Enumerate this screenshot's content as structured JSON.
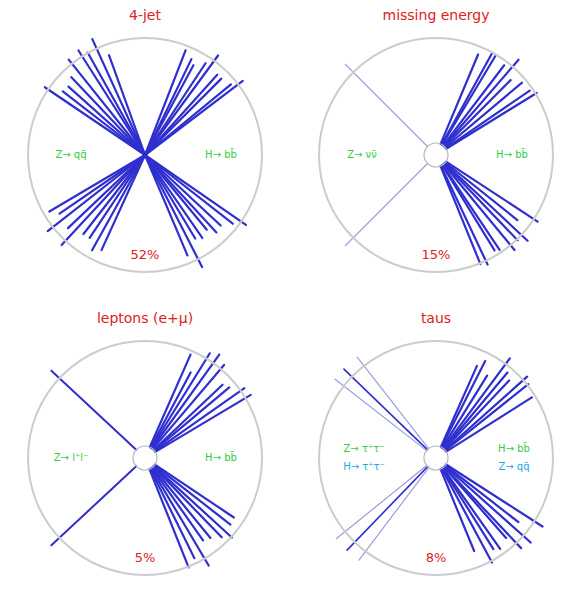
{
  "diagram": {
    "nodes": [
      {
        "text": [
          "4-jet",
          "Z→ qq̄",
          "H→ bb̄",
          "52%"
        ]
      },
      {
        "text": [
          "missing energy",
          "Z→ νν̄",
          "H→ bb̄",
          "15%"
        ]
      },
      {
        "text": [
          "leptons (e+μ)",
          "Z→ l⁺l⁻",
          "H→ bb̄",
          "5%"
        ]
      },
      {
        "text": [
          "taus",
          "Z→ τ⁺τ⁻",
          "H→ τ⁺τ⁻",
          "H→ bb̄",
          "Z→ qq̄",
          "8%"
        ]
      }
    ]
  }
}
